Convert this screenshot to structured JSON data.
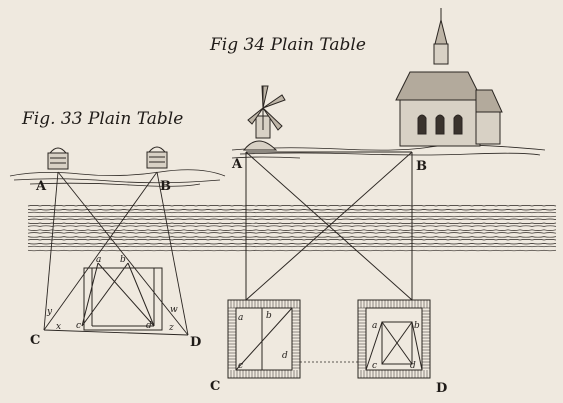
{
  "figures": {
    "fig33": {
      "title": "Fig. 33 Plain Table",
      "labels": {
        "A": "A",
        "B": "B",
        "C": "C",
        "D": "D",
        "a": "a",
        "b": "b",
        "c": "c",
        "d": "d",
        "x": "x",
        "y": "y",
        "z": "z",
        "w": "w"
      }
    },
    "fig34": {
      "title": "Fig 34 Plain Table",
      "labels": {
        "A": "A",
        "B": "B",
        "C": "C",
        "D": "D",
        "left_a": "a",
        "left_b": "b",
        "left_c": "c",
        "left_d": "d",
        "right_a": "a",
        "right_b": "b",
        "right_c": "c",
        "right_d": "d"
      }
    }
  },
  "colors": {
    "paper": "#efe9df",
    "ink": "#2b2622"
  }
}
